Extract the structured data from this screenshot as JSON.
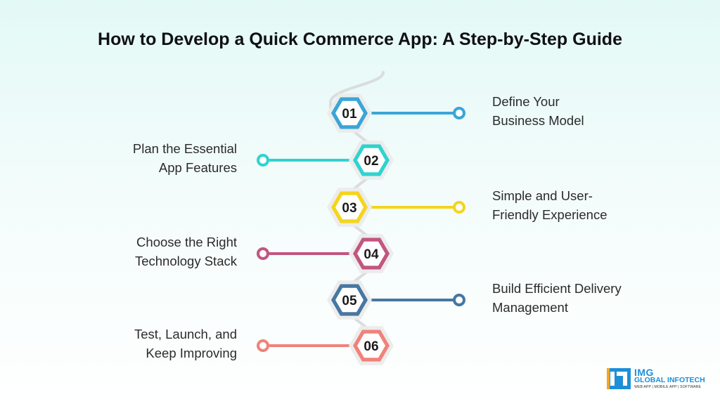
{
  "title": "How to Develop a Quick Commerce App: A Step-by-Step Guide",
  "steps": [
    {
      "number": "01",
      "label": "Define Your\nBusiness Model",
      "side": "right",
      "color": "#3aa6d6"
    },
    {
      "number": "02",
      "label": "Plan the Essential\nApp Features",
      "side": "left",
      "color": "#2fd3cf"
    },
    {
      "number": "03",
      "label": "Simple and User-\nFriendly Experience",
      "side": "right",
      "color": "#f4d51c"
    },
    {
      "number": "04",
      "label": "Choose the Right\nTechnology Stack",
      "side": "left",
      "color": "#c2567f"
    },
    {
      "number": "05",
      "label": "Build Efficient Delivery\nManagement",
      "side": "right",
      "color": "#4777a2"
    },
    {
      "number": "06",
      "label": "Test, Launch, and\nKeep Improving",
      "side": "left",
      "color": "#f0827a"
    }
  ],
  "logo": {
    "primary": "IMG",
    "name": "GLOBAL INFOTECH",
    "tagline": "WEB APP | MOBILE APP | SOFTWARE",
    "brand_color": "#1d8fd6",
    "accent_color": "#f5a623"
  }
}
